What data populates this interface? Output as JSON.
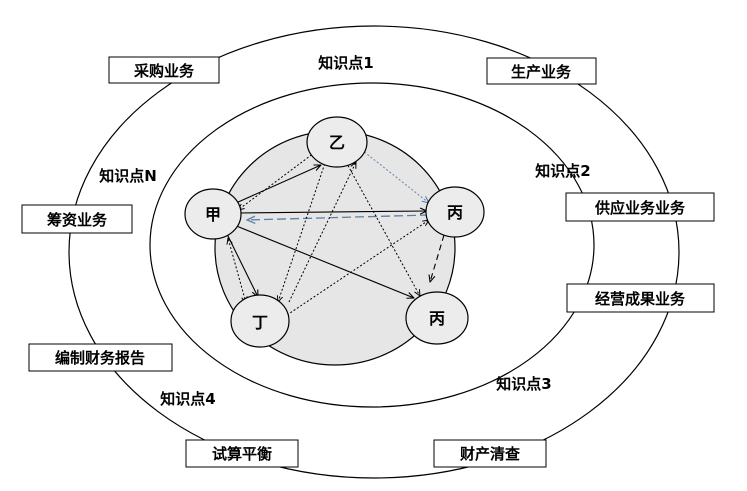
{
  "colors": {
    "outline": "#000000",
    "inner_fill": "#e6e6e6",
    "node_fill": "#ececec",
    "dashed_blue": "#5a7fa8",
    "dotted_blue": "#6c8fb4"
  },
  "nodes": {
    "yi": "乙",
    "jia": "甲",
    "bing_right": "丙",
    "bing_bottom": "丙",
    "ding": "丁"
  },
  "knowledge_labels": {
    "kp1": "知识点1",
    "kp2": "知识点2",
    "kp3": "知识点3",
    "kp4": "知识点4",
    "kpN": "知识点N"
  },
  "business_boxes": {
    "procurement": "采购业务",
    "production": "生产业务",
    "financing": "筹资业务",
    "supply": "供应业务业务",
    "operating_results": "经营成果业务",
    "financial_report": "编制财务报告",
    "trial_balance": "试算平衡",
    "property_check": "财产清查"
  }
}
